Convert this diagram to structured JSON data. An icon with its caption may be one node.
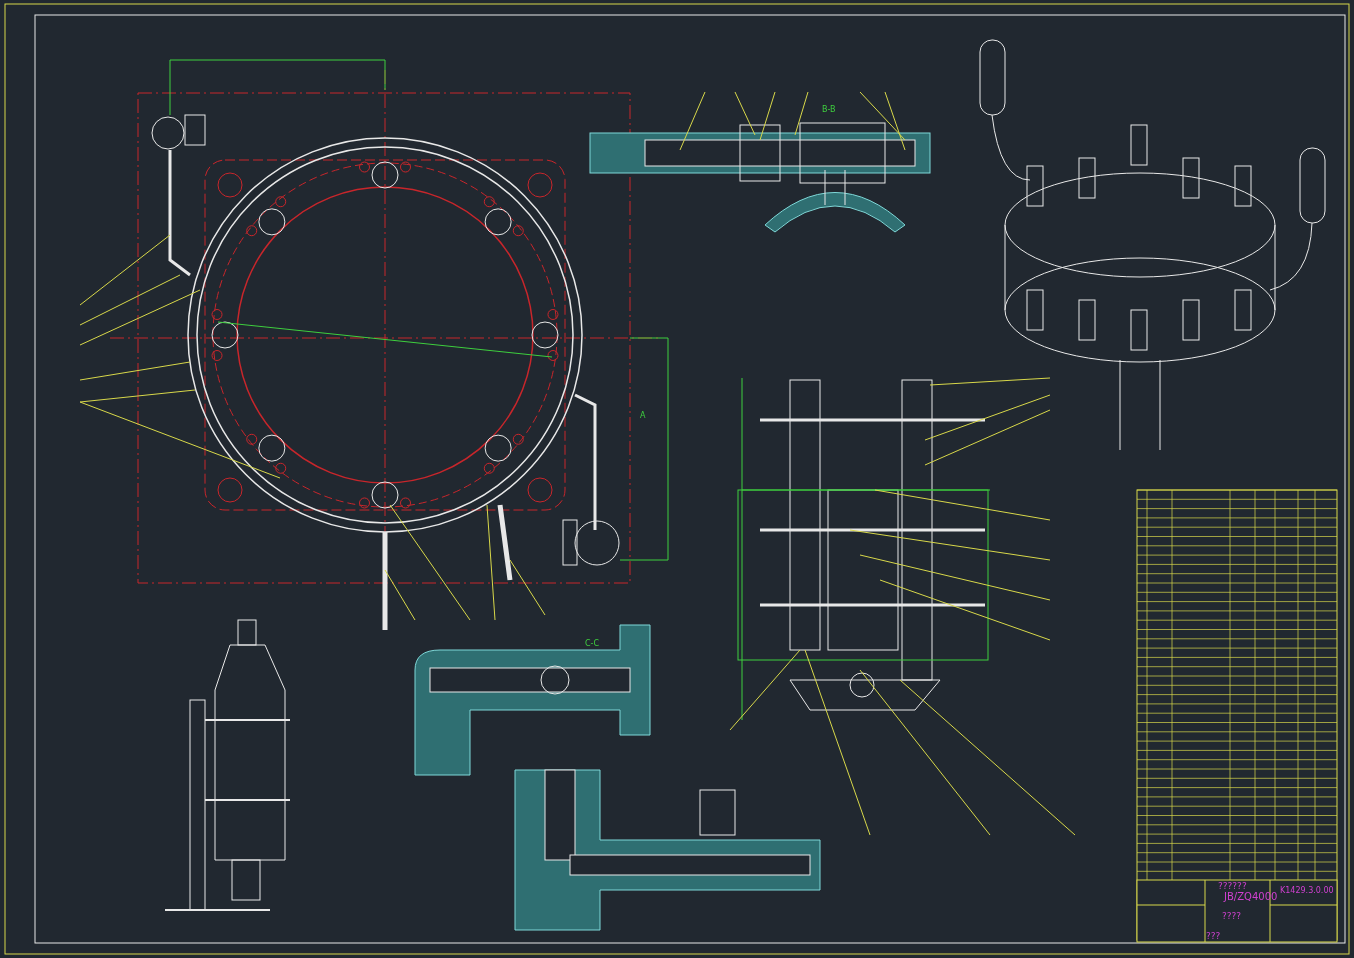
{
  "diagram": {
    "labels": [
      "B-B",
      "A",
      "C-C",
      "??????",
      "JB/ZQ4000",
      "K1429.3.0.00",
      "????",
      "???"
    ]
  }
}
